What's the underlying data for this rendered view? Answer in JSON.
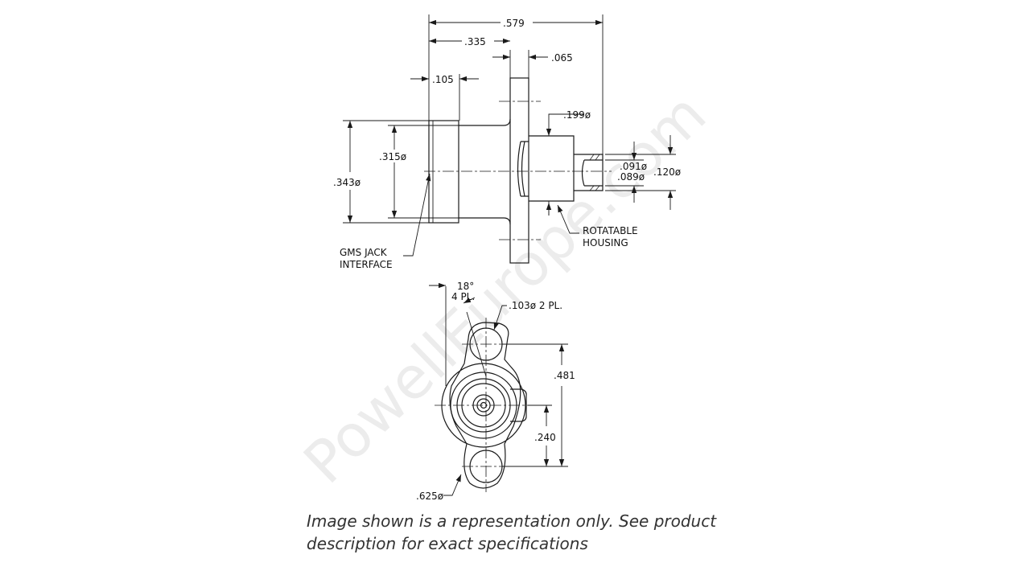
{
  "watermark": "PowellEurope.com",
  "dimensions": {
    "overall_length": ".579",
    "body_length": ".335",
    "flange_thickness": ".065",
    "interface_length": ".105",
    "housing_diameter": ".199ø",
    "interface_inner_diameter": ".315ø",
    "interface_outer_diameter": ".343ø",
    "pin_diameter_max": ".091ø",
    "pin_diameter_min": ".089ø",
    "pin_cup_diameter": ".120ø",
    "flange_angle_line1": "18°",
    "flange_angle_line2": "4 PL.",
    "mounting_hole": ".103ø 2 PL.",
    "hole_spacing": ".481",
    "hole_offset": ".240",
    "flange_diameter": ".625ø"
  },
  "callouts": {
    "rotatable_line1": "ROTATABLE",
    "rotatable_line2": "HOUSING",
    "gms_line1": "GMS JACK",
    "gms_line2": "INTERFACE"
  },
  "caption": {
    "line1": "Image shown is a representation only. See product",
    "line2": "description for exact specifications"
  }
}
